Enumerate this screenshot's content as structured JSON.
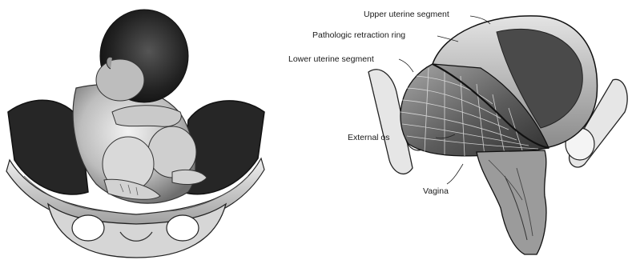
{
  "labels": {
    "upper_uterine_segment": "Upper uterine segment",
    "pathologic_retraction_ring": "Pathologic retraction ring",
    "lower_uterine_segment": "Lower uterine segment",
    "external_os": "External os",
    "vagina": "Vagina"
  },
  "colors": {
    "ink": "#1a1a1a",
    "shade_dark": "#2b2b2b",
    "shade_mid": "#7a7a7a",
    "shade_light": "#cfcfcf",
    "bone": "#e8e8e8",
    "background": "#ffffff"
  }
}
